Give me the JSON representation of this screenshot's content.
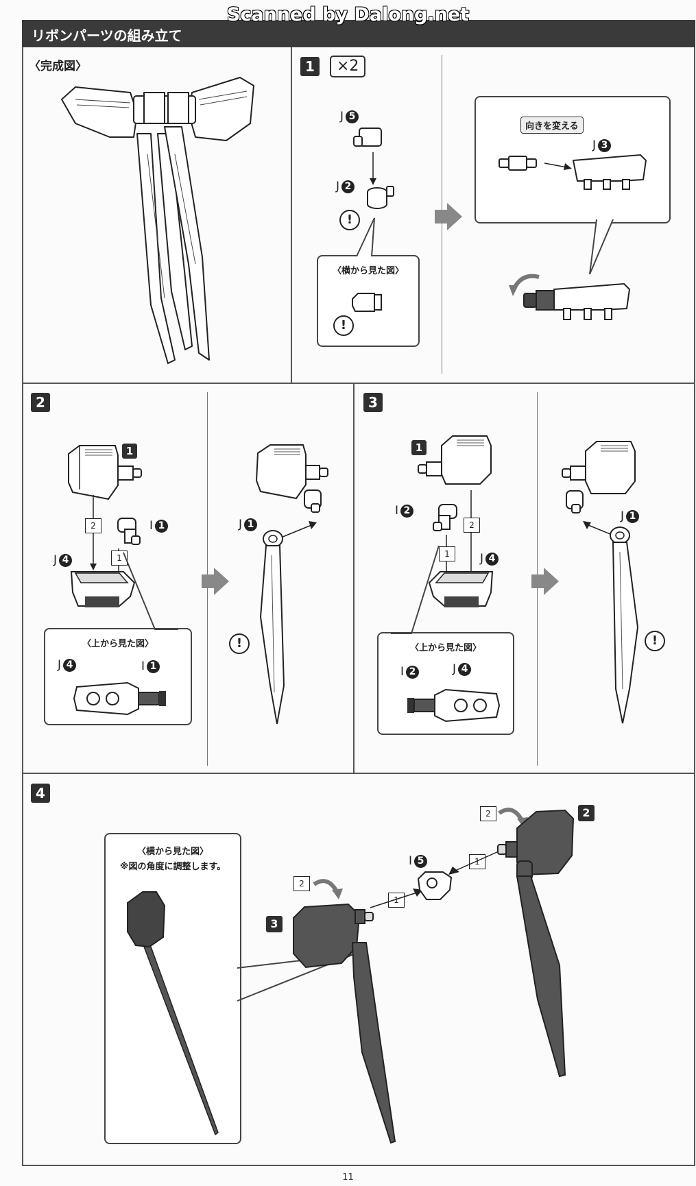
{
  "watermark": "Scanned by Dalong.net",
  "header": {
    "title": "リボンパーツの組み立て"
  },
  "completed": {
    "title": "〈完成図〉"
  },
  "step1": {
    "num": "1",
    "multiplier": "×2",
    "part_j5": "J",
    "part_j5_num": "5",
    "part_j2": "J",
    "part_j2_num": "2",
    "side_view": "〈横から見た図〉",
    "tag_direction": "向きを変える",
    "part_j3": "J",
    "part_j3_num": "3"
  },
  "step2": {
    "num": "2",
    "ref1": "1",
    "part_i1": "I",
    "part_i1_num": "1",
    "part_j4": "J",
    "part_j4_num": "4",
    "top_view": "〈上から見た図〉",
    "tv_j4": "J",
    "tv_j4_num": "4",
    "tv_i1": "I",
    "tv_i1_num": "1",
    "part_j1": "J",
    "part_j1_num": "1",
    "order1": "1",
    "order2": "2"
  },
  "step3": {
    "num": "3",
    "ref1": "1",
    "part_i2": "I",
    "part_i2_num": "2",
    "part_j4": "J",
    "part_j4_num": "4",
    "top_view": "〈上から見た図〉",
    "tv_i2": "I",
    "tv_i2_num": "2",
    "tv_j4": "J",
    "tv_j4_num": "4",
    "part_j1": "J",
    "part_j1_num": "1",
    "order1": "1",
    "order2": "2"
  },
  "step4": {
    "num": "4",
    "side_view": "〈横から見た図〉",
    "side_note": "※図の角度に調整します。",
    "ref2": "2",
    "ref3": "3",
    "part_i5": "I",
    "part_i5_num": "5",
    "order1": "1",
    "order2": "2"
  },
  "page_number": "11"
}
